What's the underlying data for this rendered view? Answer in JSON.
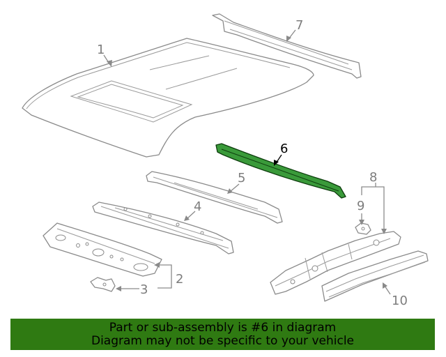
{
  "callouts": {
    "c1": "1",
    "c2": "2",
    "c3": "3",
    "c4": "4",
    "c5": "5",
    "c6": "6",
    "c7": "7",
    "c8": "8",
    "c9": "9",
    "c10": "10"
  },
  "highlighted_part": "6",
  "colors": {
    "highlight_part": "#3a9a3a",
    "banner_background": "#2f7a12",
    "line_art": "#8a8a8a"
  },
  "banner": {
    "line1": "Part or sub-assembly is #6 in diagram",
    "line2": "Diagram may not be specific to your vehicle"
  }
}
